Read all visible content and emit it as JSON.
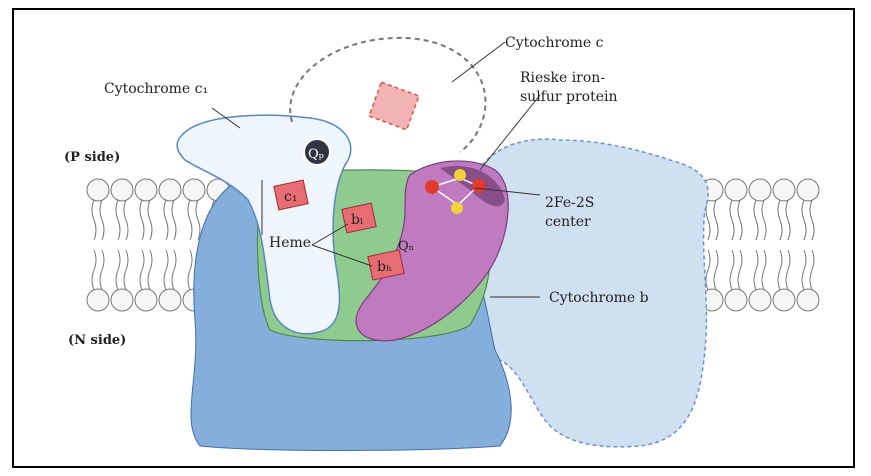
{
  "labels": {
    "cytochrome_c": "Cytochrome c",
    "cytochrome_c1": "Cytochrome c₁",
    "p_side": "(P side)",
    "n_side": "(N side)",
    "rieske_line1": "Rieske iron-",
    "rieske_line2": "sulfur protein",
    "fes_line1": "2Fe-2S",
    "fes_line2": "center",
    "heme": "Heme",
    "cytochrome_b": "Cytochrome b",
    "qp": "Qₚ",
    "qn": "Qₙ",
    "c1_box": "c₁",
    "bl_box": "bₗ",
    "bh_box": "bₕ"
  },
  "colors": {
    "membrane_blue": "#a9c6e6",
    "pale_blue": "#cfe0f1",
    "cyt_c1_white": "#eef5fb",
    "cyt_b_green": "#8fcb8f",
    "rieske_purple": "#c07ac0",
    "heme_red": "#d9534f",
    "lipid": "#f3f3f3"
  }
}
